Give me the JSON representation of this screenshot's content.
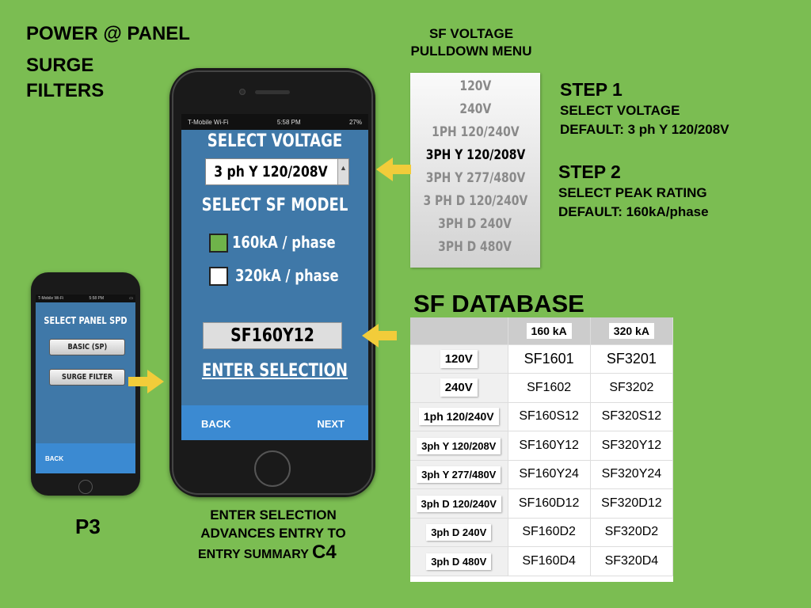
{
  "headings": {
    "power_panel": "POWER @ PANEL",
    "surge_filters_1": "SURGE",
    "surge_filters_2": "FILTERS",
    "pulldown_1": "SF VOLTAGE",
    "pulldown_2": "PULLDOWN MENU",
    "step1_title": "STEP 1",
    "step1_line1": "SELECT VOLTAGE",
    "step1_line2": "DEFAULT: 3 ph Y 120/208V",
    "step2_title": "STEP 2",
    "step2_line1": "SELECT PEAK RATING",
    "step2_line2": "DEFAULT: 160kA/phase",
    "database": "SF DATABASE",
    "p3": "P3",
    "caption_1": "ENTER SELECTION",
    "caption_2": "ADVANCES ENTRY TO",
    "caption_3": "ENTRY SUMMARY",
    "caption_c4": "C4"
  },
  "small_phone": {
    "status_left": "T-Mobile Wi-Fi",
    "status_time": "5:58 PM",
    "title": "SELECT  PANEL SPD",
    "btn_basic": "BASIC (SP)",
    "btn_surge": "SURGE FILTER",
    "back": "BACK"
  },
  "big_phone": {
    "status_left": "T-Mobile Wi-Fi",
    "status_time": "5:58 PM",
    "status_right": "27%",
    "select_voltage": "SELECT VOLTAGE",
    "voltage_value": "3 ph Y 120/208V",
    "select_model": "SELECT SF MODEL",
    "opt_160": "160kA / phase",
    "opt_320": "320kA / phase",
    "result": "SF160Y12",
    "enter": "ENTER SELECTION",
    "back": "BACK",
    "next": "NEXT"
  },
  "menu": {
    "items": [
      "120V",
      "240V",
      "1PH 120/240V",
      "3PH Y 120/208V",
      "3PH Y 277/480V",
      "3 PH D 120/240V",
      "3PH D 240V",
      "3PH D 480V"
    ],
    "selected_index": 3
  },
  "db": {
    "col_160": "160 kA",
    "col_320": "320 kA",
    "rows": [
      {
        "label": "120V",
        "a": "SF1601",
        "b": "SF3201"
      },
      {
        "label": "240V",
        "a": "SF1602",
        "b": "SF3202"
      },
      {
        "label": "1ph 120/240V",
        "a": "SF160S12",
        "b": "SF320S12"
      },
      {
        "label": "3ph Y 120/208V",
        "a": "SF160Y12",
        "b": "SF320Y12"
      },
      {
        "label": "3ph Y 277/480V",
        "a": "SF160Y24",
        "b": "SF320Y24"
      },
      {
        "label": "3ph D 120/240V",
        "a": "SF160D12",
        "b": "SF320D12"
      },
      {
        "label": "3ph D 240V",
        "a": "SF160D2",
        "b": "SF320D2"
      },
      {
        "label": "3ph D 480V",
        "a": "SF160D4",
        "b": "SF320D4"
      }
    ]
  },
  "colors": {
    "background": "#7bbd52",
    "screen_blue": "#3f78a8",
    "checkbox_green": "#6fb34a",
    "arrow_yellow": "#f2cc3a"
  }
}
